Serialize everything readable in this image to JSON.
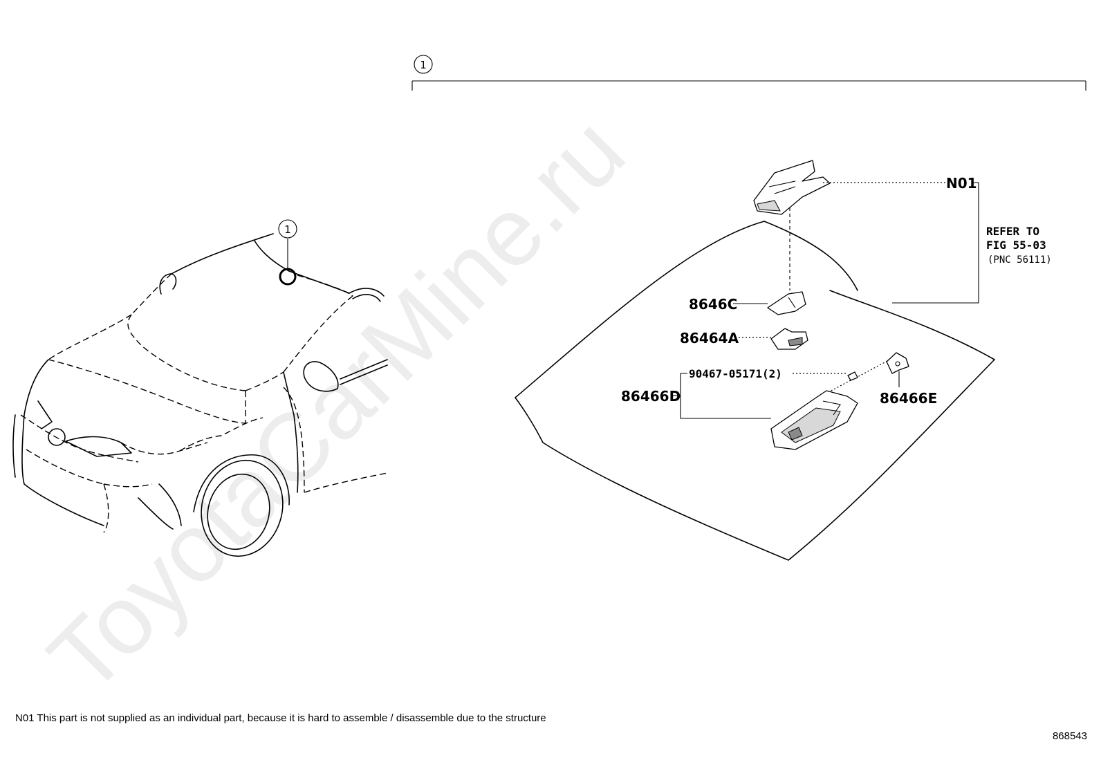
{
  "watermark": "ToyotaCarMine.ru",
  "callouts": {
    "ref_number": "1",
    "car_ref_number": "1"
  },
  "parts": {
    "n01": "N01",
    "p8646c": "8646C",
    "p86464a": "86464A",
    "p90467": "90467-05171(2)",
    "p86466d": "86466D",
    "p86466e": "86466E"
  },
  "refer": {
    "line1": "REFER TO",
    "line2": "FIG 55-03",
    "line3": "(PNC 56111)"
  },
  "footnote": "N01 This part is not supplied as an individual part, because it is hard to assemble / disassemble due to the structure",
  "figure_number": "868543"
}
